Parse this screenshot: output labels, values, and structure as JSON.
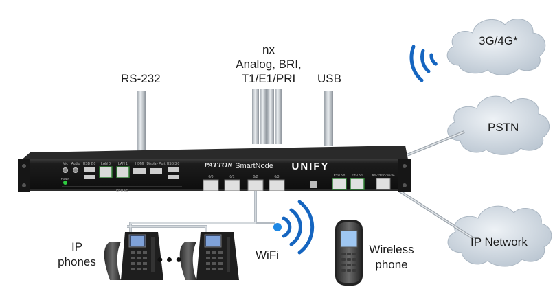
{
  "labels": {
    "rs232": "RS-232",
    "nx": "nx",
    "analog_bri": "Analog, BRI,",
    "t1e1pri": "T1/E1/PRI",
    "usb": "USB",
    "cloud_3g4g": "3G/4G*",
    "cloud_pstn": "PSTN",
    "cloud_ipnet": "IP Network",
    "ip_phones_line1": "IP",
    "ip_phones_line2": "phones",
    "ellipsis": "●●●",
    "wifi": "WiFi",
    "wireless_line1": "Wireless",
    "wireless_line2": "phone"
  },
  "device": {
    "brand_left": "PATTON",
    "model": "SmartNode",
    "brand_right": "UNIFY",
    "cpu_label": "CPU I/O",
    "port_labels": [
      "Mic",
      "Audio",
      "USB 2.0",
      "LAN 0",
      "LAN 1",
      "HDMI",
      "Display Port",
      "USB 3.0"
    ],
    "fxs_labels": [
      "0/0",
      "0/1",
      "0/2",
      "0/3"
    ],
    "eth_labels": [
      "ETH 0/0",
      "ETH 0/1",
      "RS-232 Console"
    ],
    "power_label": "Power"
  },
  "colors": {
    "chassis": "#141414",
    "cloud": "#c9d3dd",
    "wifi": "#1565c0",
    "cable": "#b8bec4",
    "led": "#2ecc40"
  }
}
